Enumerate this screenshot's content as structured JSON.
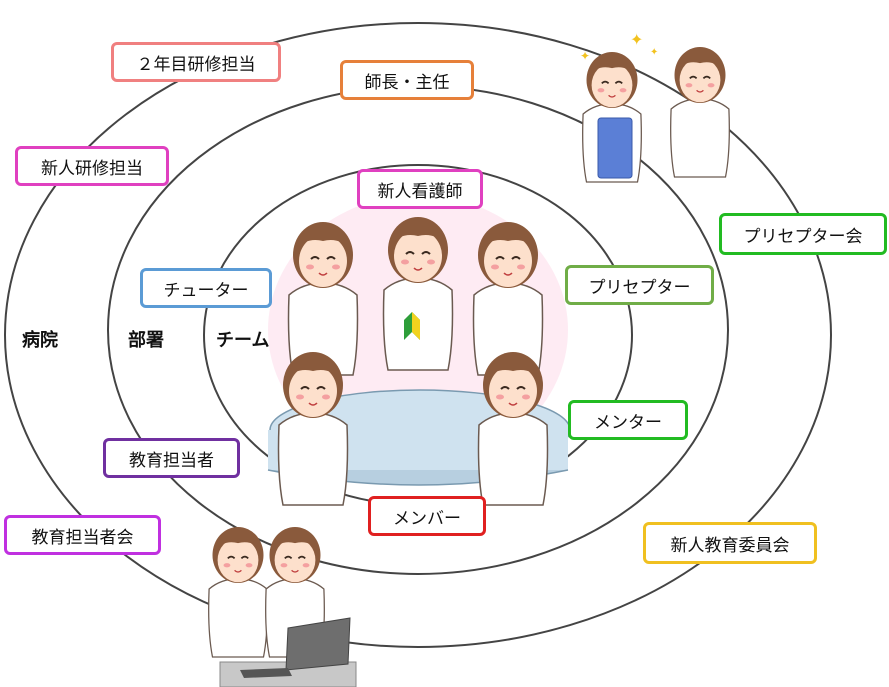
{
  "labels": {
    "year2_training": "２年目研修担当",
    "head_chief": "師長・主任",
    "new_training": "新人研修担当",
    "new_nurse": "新人看護師",
    "preceptor_meeting": "プリセプター会",
    "tutor": "チューター",
    "preceptor": "プリセプター",
    "mentor": "メンター",
    "edu_staff": "教育担当者",
    "member": "メンバー",
    "edu_staff_meeting": "教育担当者会",
    "new_edu_committee": "新人教育委員会"
  },
  "levels": {
    "hospital": "病院",
    "department": "部署",
    "team": "チーム"
  },
  "colors": {
    "year2_training": "#f08080",
    "head_chief": "#e6803a",
    "new_training": "#e040c0",
    "new_nurse": "#e040c0",
    "preceptor_meeting": "#22bb22",
    "tutor": "#5b9bd5",
    "preceptor": "#70ad47",
    "mentor": "#22bb22",
    "edu_staff": "#7030a0",
    "member": "#e02020",
    "edu_staff_meeting": "#c030e0",
    "new_edu_committee": "#f0c020",
    "ring_stroke": "#444444",
    "center_glow": "#fde2ee",
    "table": "#cfe2ef",
    "uniform": "#ffffff",
    "hair": "#8a5a3c",
    "skin": "#fde0cc"
  }
}
